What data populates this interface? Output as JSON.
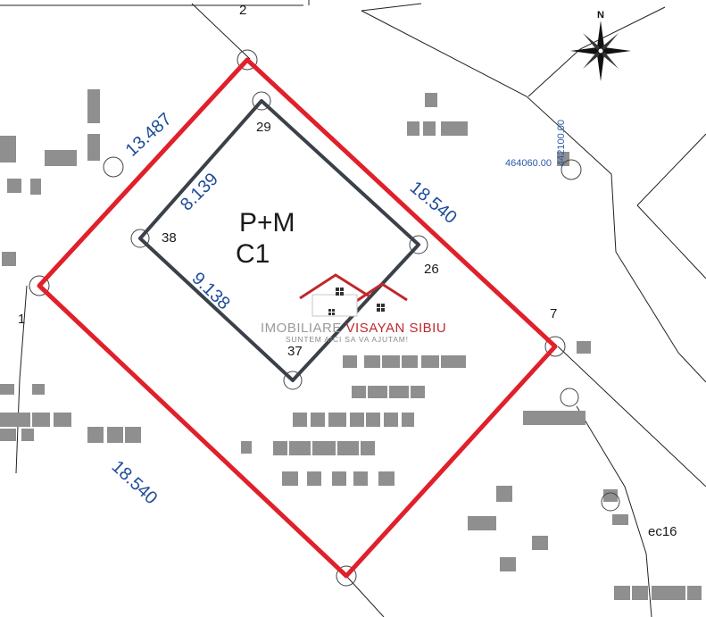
{
  "top_label": "2",
  "points": {
    "p1": "1",
    "p7": "7",
    "p29": "29",
    "p38": "38",
    "p26": "26",
    "p37": "37"
  },
  "building": {
    "line1": "P+M",
    "line2": "C1"
  },
  "dimensions": {
    "plot_top_left": "13.487",
    "plot_top_right": "18.540",
    "plot_bottom_left": "18.540",
    "building_top_left": "8.139",
    "building_bottom_left": "9.138"
  },
  "coordinates": {
    "x_label": "464060.00",
    "y_label": "442100.00"
  },
  "partial_label": "ec16",
  "north": {
    "letter": "N"
  },
  "watermark": {
    "name_part1": "IMOBILIARE",
    "name_part2": "VISAYAN SIBIU",
    "slogan": "SUNTEM AICI SA VA AJUTAM!"
  },
  "colors": {
    "plot_outline": "#e0202a",
    "building_outline": "#3a4149",
    "dimension_text": "#1f4d99",
    "watermark_red": "#c0282d"
  }
}
